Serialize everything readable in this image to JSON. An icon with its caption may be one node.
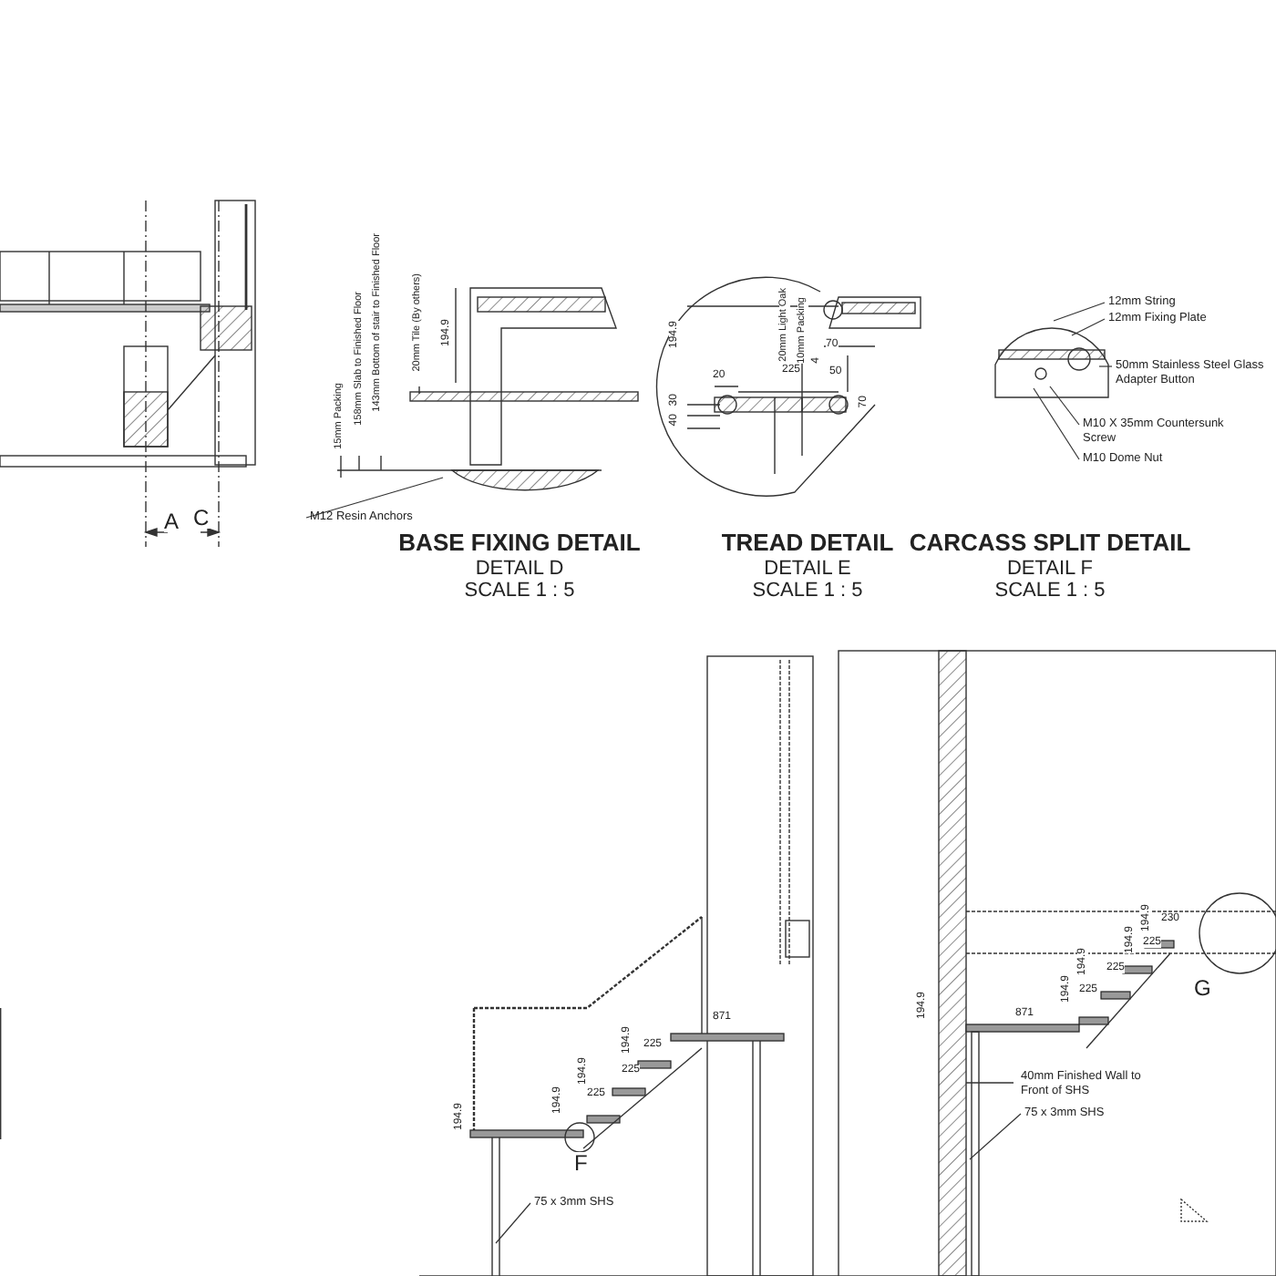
{
  "diagram": {
    "nodes": [
      {
        "text": [
          "M12 Resin Anchors"
        ]
      },
      {
        "text": [
          "12mm String"
        ]
      },
      {
        "text": [
          "12mm Fixing Plate"
        ]
      },
      {
        "text": [
          "50mm Stainless Steel Glass Adapter Button"
        ]
      },
      {
        "text": [
          "M10 X 35mm Countersunk Screw"
        ]
      },
      {
        "text": [
          "M10 Dome Nut"
        ]
      },
      {
        "text": [
          "75 x 3mm SHS"
        ]
      },
      {
        "text": [
          "75 x 3mm SHS"
        ]
      }
    ],
    "edges": [
      {
        "from": 0,
        "to": null,
        "arrow": "none"
      },
      {
        "from": 1,
        "to": null,
        "arrow": "none"
      },
      {
        "from": 2,
        "to": null,
        "arrow": "none"
      },
      {
        "from": 3,
        "to": null,
        "arrow": "none"
      },
      {
        "from": 4,
        "to": null,
        "arrow": "none"
      },
      {
        "from": 5,
        "to": null,
        "arrow": "none"
      },
      {
        "from": 6,
        "to": null,
        "arrow": "none"
      },
      {
        "from": 7,
        "to": null,
        "arrow": "none"
      }
    ],
    "labels": [
      "A",
      "C",
      "15mm Packing",
      "158mm Slab to Finished Floor",
      "143mm Bottom of stair to Finished Floor",
      "20mm Tile (By others)",
      "194.9",
      "BASE FIXING DETAIL",
      "DETAIL D",
      "SCALE 1 : 5",
      "194.9",
      "30",
      "40",
      "20",
      "225",
      "20mm Light Oak",
      "10mm Packing",
      "4",
      "70",
      "50",
      "70",
      "TREAD DETAIL",
      "DETAIL E",
      "SCALE 1 : 5",
      "CARCASS SPLIT DETAIL",
      "DETAIL F",
      "SCALE 1 : 5",
      "871",
      "194.9",
      "225",
      "194.9",
      "225",
      "194.9",
      "225",
      "194.9",
      "F",
      "194.9",
      "230",
      "194.9",
      "225",
      "194.9",
      "225",
      "194.9",
      "225",
      "871",
      "194.9",
      "G",
      "40mm Finished Wall to Front of SHS"
    ]
  }
}
